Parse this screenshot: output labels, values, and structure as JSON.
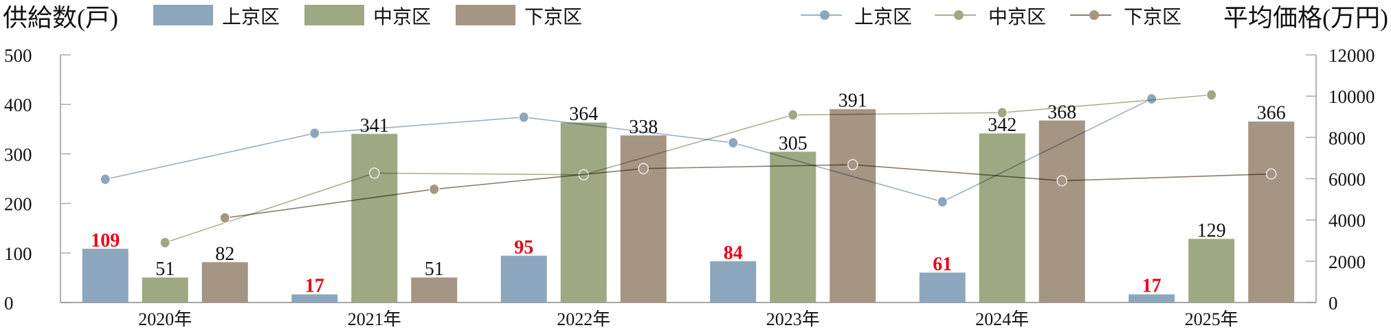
{
  "chart_data": {
    "type": "bar+line",
    "left_axis_title": "供給数(戸)",
    "right_axis_title": "平均価格(万円)",
    "categories": [
      "2020年",
      "2021年",
      "2022年",
      "2023年",
      "2024年",
      "2025年"
    ],
    "left_ylim": [
      0,
      500
    ],
    "left_ticks": [
      "0",
      "100",
      "200",
      "300",
      "400",
      "500"
    ],
    "right_ylim": [
      0,
      12000
    ],
    "right_ticks": [
      "0",
      "2000",
      "4000",
      "6000",
      "8000",
      "10000",
      "12000"
    ],
    "grid": false,
    "legend_bars_position": "top-left",
    "legend_lines_position": "top-right",
    "bar_series": [
      {
        "name": "上京区",
        "color": "#8ca6bd",
        "label_color": "#e60012",
        "values": [
          109,
          17,
          95,
          84,
          61,
          17
        ]
      },
      {
        "name": "中京区",
        "color": "#9ea883",
        "label_color": "#111111",
        "values": [
          51,
          341,
          364,
          305,
          342,
          129
        ]
      },
      {
        "name": "下京区",
        "color": "#a59583",
        "label_color": "#111111",
        "values": [
          82,
          51,
          338,
          391,
          368,
          366
        ]
      }
    ],
    "line_series": [
      {
        "name": "上京区",
        "color": "#8ca6bd",
        "line_color": "#9aafc4",
        "values": [
          5970,
          8200,
          8980,
          7740,
          4880,
          9870
        ]
      },
      {
        "name": "中京区",
        "color": "#9ea883",
        "line_color": "#aeb08f",
        "values": [
          2900,
          6270,
          6190,
          9090,
          9200,
          10060
        ]
      },
      {
        "name": "下京区",
        "color": "#a59583",
        "line_color": "#8c7c6c",
        "values": [
          4100,
          5490,
          6490,
          6680,
          5900,
          6230
        ]
      }
    ]
  }
}
